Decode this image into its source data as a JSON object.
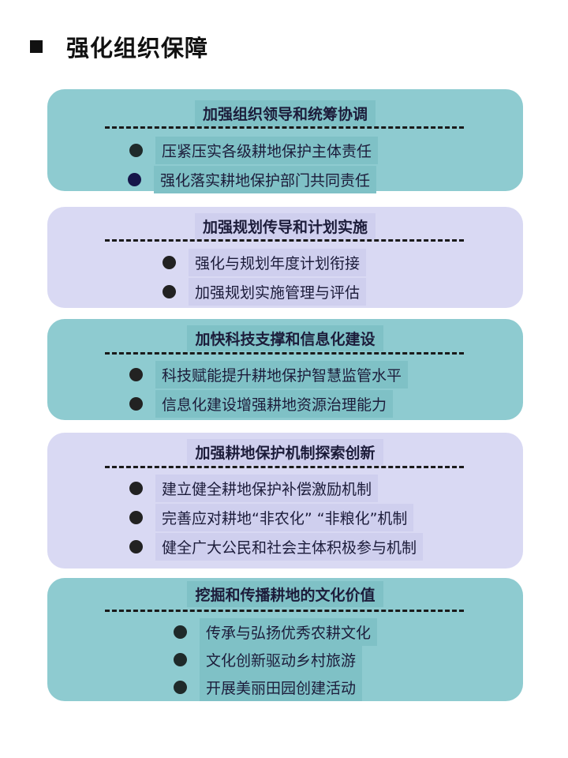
{
  "heading": "强化组织保障",
  "sections": [
    {
      "title": "加强组织领导和统筹协调",
      "items": [
        "压紧压实各级耕地保护主体责任",
        "强化落实耕地保护部门共同责任"
      ]
    },
    {
      "title": "加强规划传导和计划实施",
      "items": [
        "强化与规划年度计划衔接",
        "加强规划实施管理与评估"
      ]
    },
    {
      "title": "加快科技支撑和信息化建设",
      "items": [
        "科技赋能提升耕地保护智慧监管水平",
        "信息化建设增强耕地资源治理能力"
      ]
    },
    {
      "title": "加强耕地保护机制探索创新",
      "items": [
        "建立健全耕地保护补偿激励机制",
        "完善应对耕地“非农化” “非粮化”机制",
        "健全广大公民和社会主体积极参与机制"
      ]
    },
    {
      "title": "挖掘和传播耕地的文化价值",
      "items": [
        "传承与弘扬优秀农耕文化",
        "文化创新驱动乡村旅游",
        "开展美丽田园创建活动"
      ]
    }
  ],
  "colors": {
    "teal": "#8ecbd0",
    "lavender": "#d9d9f3",
    "text": "#1c1c3a"
  }
}
